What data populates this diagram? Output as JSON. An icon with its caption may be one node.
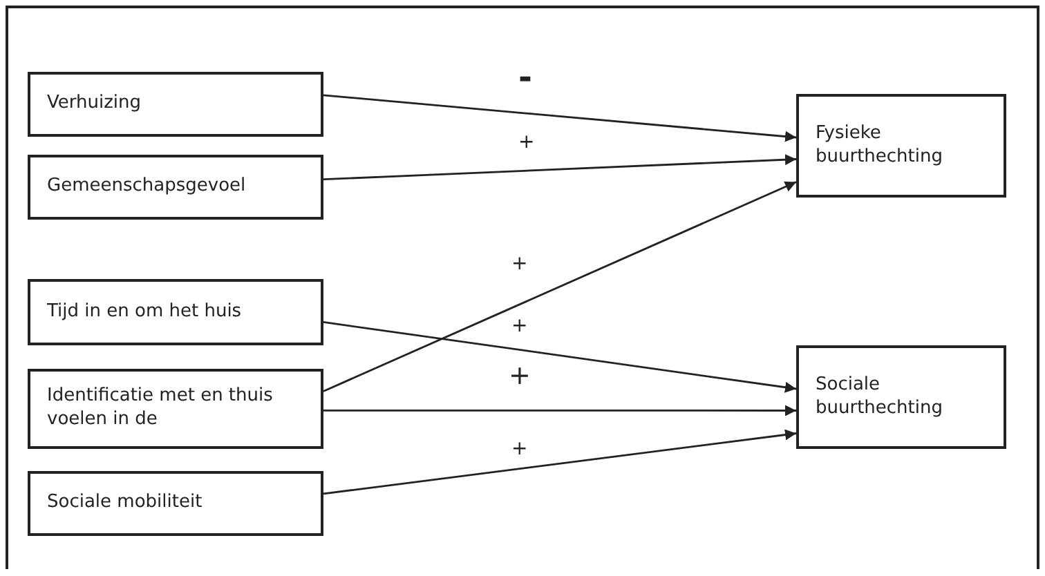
{
  "diagram": {
    "nodes": [
      {
        "text": [
          "Verhuizing"
        ]
      },
      {
        "text": [
          "Gemeenschapsgevoel"
        ]
      },
      {
        "text": [
          "Tijd in en om het huis"
        ]
      },
      {
        "text": [
          "Identificatie met en thuis voelen in de"
        ]
      },
      {
        "text": [
          "Sociale mobiliteit"
        ]
      },
      {
        "text": [
          "Fysieke buurthechting"
        ]
      },
      {
        "text": [
          "Sociale buurthechting"
        ]
      }
    ],
    "edges": [
      {
        "from": 0,
        "to": 5,
        "arrow": "to",
        "label": "-"
      },
      {
        "from": 1,
        "to": 5,
        "arrow": "to",
        "label": "+"
      },
      {
        "from": 3,
        "to": 5,
        "arrow": "to",
        "label": "+"
      },
      {
        "from": 2,
        "to": 6,
        "arrow": "to",
        "label": "+"
      },
      {
        "from": 3,
        "to": 6,
        "arrow": "to",
        "label": "+"
      },
      {
        "from": 4,
        "to": 6,
        "arrow": "to",
        "label": "+"
      }
    ]
  }
}
